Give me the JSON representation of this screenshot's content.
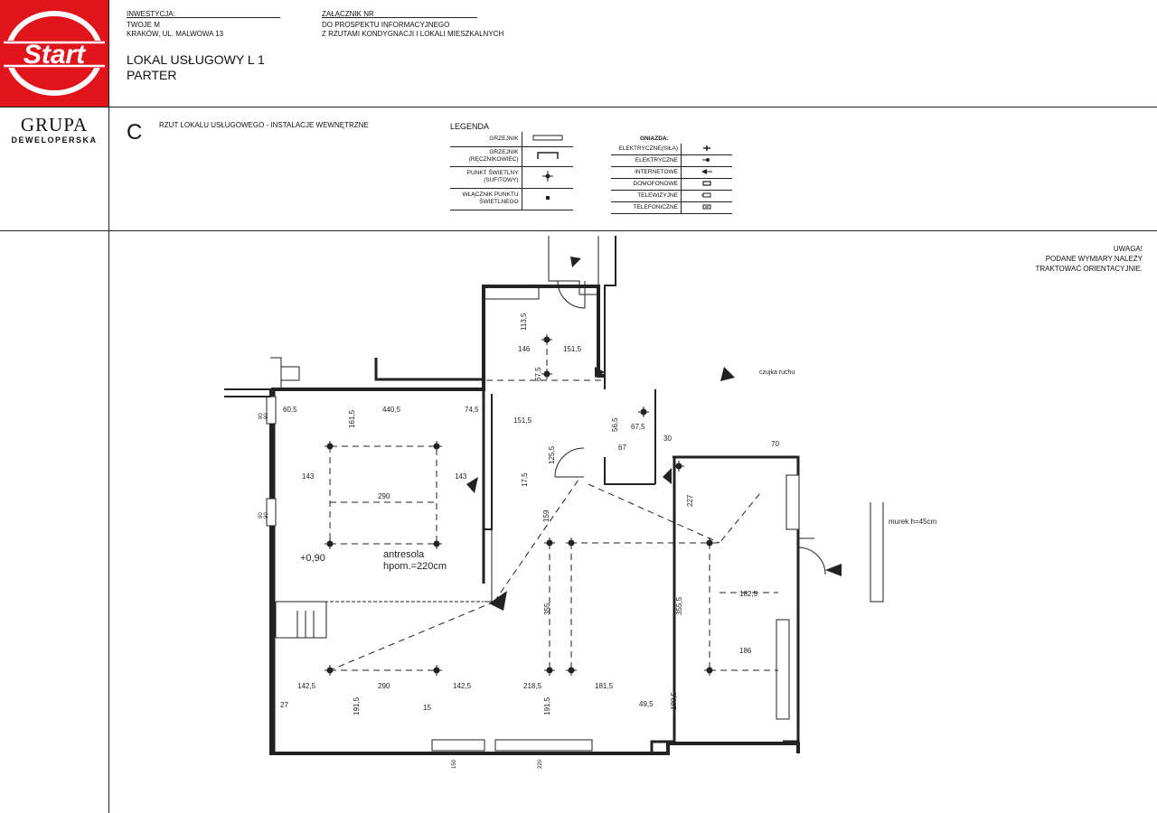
{
  "logo": {
    "text": "Start"
  },
  "header": {
    "investment_label": "INWESTYCJA:",
    "investment_name": "TWOJE M",
    "investment_address": "KRAKÓW, UL. MALWOWA 13",
    "attachment_label": "ZAŁĄCZNIK NR",
    "attachment_line1": "DO PROSPEKTU INFORMACYJNEGO",
    "attachment_line2": "Z RZUTAMI KONDYGNACJI I LOKALI MIESZKALNYCH",
    "unit_line1": "LOKAL USŁUGOWY L  1",
    "unit_line2": "PARTER"
  },
  "brand": {
    "line1": "GRUPA",
    "line2": "DEWELOPERSKA"
  },
  "plan_header": {
    "letter": "C",
    "title": "RZUT LOKALU USŁUGOWEGO - INSTALACJE WEWNĘTRZNE"
  },
  "legend": {
    "title": "LEGENDA",
    "items": [
      {
        "label": "GRZEJNIK",
        "symbol": "radiator-icon"
      },
      {
        "label": "GRZEJNIK (RĘCZNIKOWIEC)",
        "symbol": "towel-radiator-icon"
      },
      {
        "label": "PUNKT ŚWIETLNY (SUFITOWY)",
        "symbol": "ceiling-light-icon"
      },
      {
        "label": "WŁĄCZNIK PUNKTU ŚWIETLNEGO",
        "symbol": "light-switch-icon"
      }
    ]
  },
  "sockets": {
    "title": "GNIAZDA:",
    "items": [
      {
        "label": "ELEKTRYCZNE(SIŁA)",
        "symbol": "power-socket-icon"
      },
      {
        "label": "ELEKTRYCZNE",
        "symbol": "electric-socket-icon"
      },
      {
        "label": "INTERNETOWE",
        "symbol": "internet-socket-icon"
      },
      {
        "label": "DOMOFONOWE",
        "symbol": "intercom-socket-icon"
      },
      {
        "label": "TELEWIZYJNE",
        "symbol": "tv-socket-icon"
      },
      {
        "label": "TELEFONICZNE",
        "symbol": "phone-socket-icon"
      }
    ]
  },
  "note": {
    "line1": "UWAGA!",
    "line2": "PODANE WYMIARY NALEŻY",
    "line3": "TRAKTOWAĆ ORIENTACYJNIE."
  },
  "plan": {
    "antresola": "antresola",
    "hpom": "hpom.=220cm",
    "level": "+0,90",
    "motion_sensor": "czujka ruchu",
    "murek": "murek h=45cm",
    "dims": {
      "d60_5": "60,5",
      "d440_5": "440,5",
      "d74_5": "74,5",
      "d161_5": "161,5",
      "d143a": "143",
      "d143b": "143",
      "d290a": "290",
      "d113_5": "113,5",
      "d146": "146",
      "d151_5a": "151,5",
      "d151_5b": "151,5",
      "d67_5a": "67,5",
      "d125_5": "125,5",
      "d17_5": "17,5",
      "d56_5": "56,5",
      "d67_5b": "67,5",
      "d67": "67",
      "d30": "30",
      "d70": "70",
      "d227": "227",
      "d159": "159",
      "d355": "355",
      "d355_5": "355,5",
      "d182_5": "182,5",
      "d186": "186",
      "d142_5a": "142,5",
      "d290b": "290",
      "d142_5b": "142,5",
      "d218_5": "218,5",
      "d181_5": "181,5",
      "d49_5": "49,5",
      "d191_5a": "191,5",
      "d191_5b": "191,5",
      "d180_5": "180,5",
      "d27": "27",
      "d15": "15",
      "d90a": "90",
      "d90b": "90",
      "d90c": "90",
      "d90d": "90",
      "d150": "150",
      "d220": "220"
    }
  },
  "colors": {
    "brand_red": "#e1141b",
    "line": "#222222"
  }
}
